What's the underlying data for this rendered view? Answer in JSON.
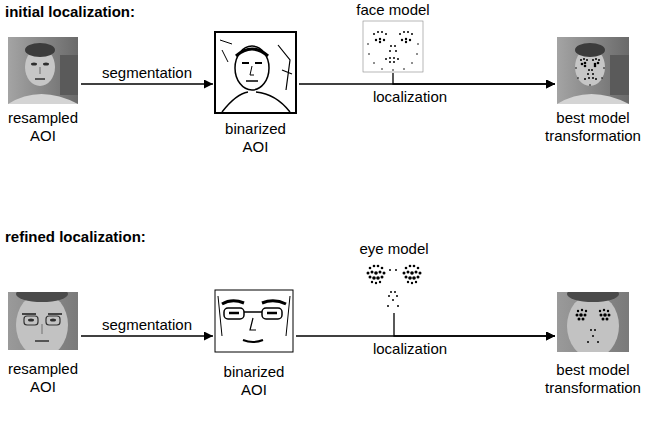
{
  "diagram": {
    "nodes": [
      {
        "text": [
          "resampled AOI"
        ]
      },
      {
        "text": [
          "binarized AOI"
        ]
      },
      {
        "text": [
          "face model"
        ]
      },
      {
        "text": [
          "best model transformation"
        ]
      },
      {
        "text": [
          "resampled AOI"
        ]
      },
      {
        "text": [
          "binarized AOI"
        ]
      },
      {
        "text": [
          "eye model"
        ]
      },
      {
        "text": [
          "best model transformation"
        ]
      }
    ],
    "edges": [
      {
        "from": 0,
        "to": 1,
        "label": "segmentation",
        "arrow": "to"
      },
      {
        "from": 1,
        "to": 3,
        "label": "localization",
        "arrow": "to"
      },
      {
        "from": 2,
        "to": 3,
        "arrow": "to"
      },
      {
        "from": 4,
        "to": 5,
        "label": "segmentation",
        "arrow": "to"
      },
      {
        "from": 5,
        "to": 7,
        "label": "localization",
        "arrow": "to"
      },
      {
        "from": 6,
        "to": 7,
        "arrow": "to"
      }
    ],
    "labels": [
      "initial localization:",
      "refined localization:"
    ]
  }
}
